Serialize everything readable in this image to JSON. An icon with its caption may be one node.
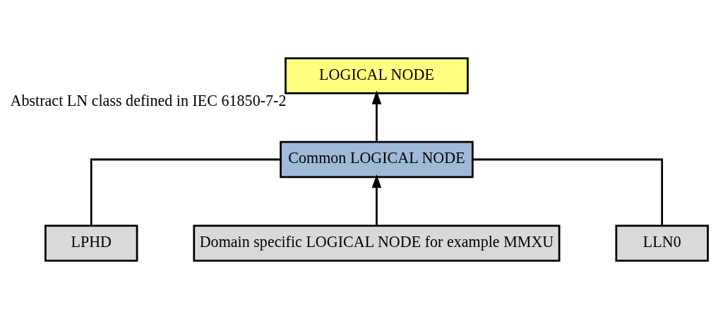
{
  "diagram": {
    "nodes": [
      {
        "text": [
          "LOGICAL NODE"
        ],
        "beside": [
          "Abstract LN class defined in IEC 61850-7-2"
        ]
      },
      {
        "text": [
          "Common LOGICAL NODE"
        ]
      },
      {
        "text": [
          "LPHD"
        ]
      },
      {
        "text": [
          "Domain specific LOGICAL NODE for example MMXU"
        ]
      },
      {
        "text": [
          "LLN0"
        ]
      }
    ],
    "edges": [
      {
        "from": 1,
        "to": 0,
        "arrow": "to"
      },
      {
        "from": 2,
        "to": 1,
        "arrow": "none"
      },
      {
        "from": 3,
        "to": 1,
        "arrow": "to"
      },
      {
        "from": 4,
        "to": 1,
        "arrow": "none"
      }
    ]
  }
}
